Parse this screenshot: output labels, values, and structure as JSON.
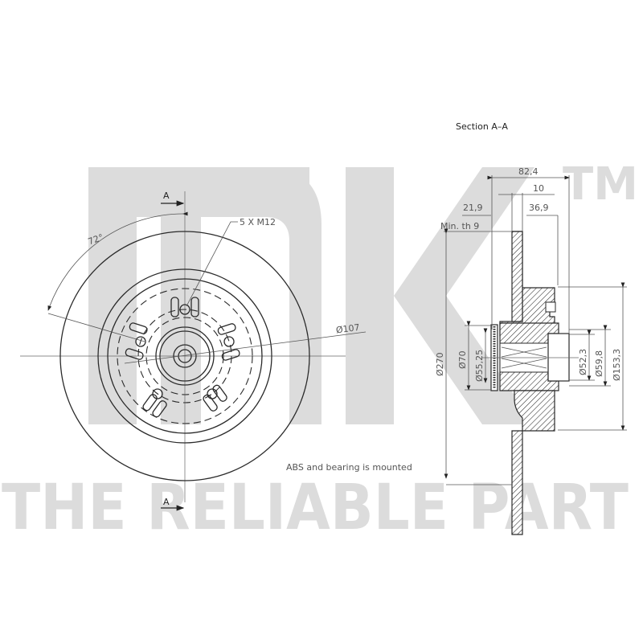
{
  "watermark": {
    "logo": "NK",
    "trademark": "TM",
    "slogan": "THE RELIABLE PART",
    "color": "#dcdcdc"
  },
  "front_view": {
    "section_marker_top": "A",
    "section_marker_bottom": "A",
    "angle_label": "72°",
    "bolt_label": "5 X M12",
    "pcd_label": "Ø107"
  },
  "section_view": {
    "title": "Section A–A",
    "dimensions": {
      "overall_height": "82,4",
      "flange_offset": "10",
      "left_offset": "21,9",
      "right_offset": "36,9",
      "min_thickness": "Min. th 9",
      "disc_diameter": "Ø270",
      "abs_ring_diameter": "Ø70",
      "bearing_outer": "Ø55,25",
      "bore_diameter": "Ø52,3",
      "centering_diameter": "Ø59,8",
      "hat_diameter": "Ø153,3"
    },
    "note": "ABS and bearing is mounted"
  },
  "colors": {
    "line": "#2a2a2a",
    "dimension": "#555555",
    "watermark": "#dcdcdc"
  }
}
